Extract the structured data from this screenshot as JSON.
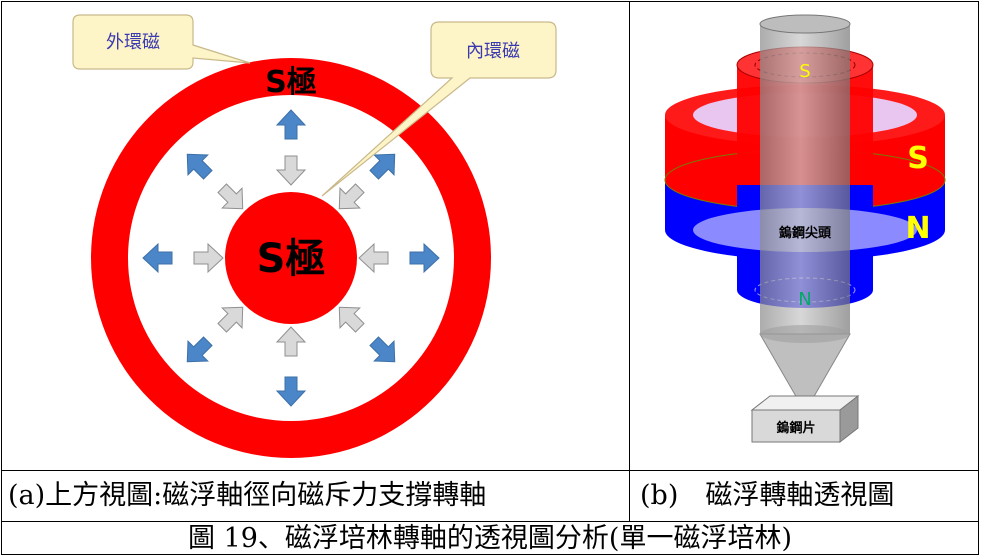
{
  "panel_a": {
    "callout_outer": "外環磁",
    "callout_inner": "內環磁",
    "outer_pole": "S極",
    "inner_pole": "S極",
    "caption": "(a)上方視圖:磁浮軸徑向磁斥力支撐轉軸"
  },
  "panel_b": {
    "top_pole_inner": "S",
    "outer_pole_s": "S",
    "outer_pole_n": "N",
    "bottom_pole_inner": "N",
    "tip_label": "鎢鋼尖頭",
    "plate_label": "鎢鋼片",
    "caption": "(b)　磁浮轉軸透視圖"
  },
  "figure_caption": "圖 19、磁浮培林轉軸的透視圖分析(單一磁浮培林)",
  "colors": {
    "magnet_red": "#ff0000",
    "magnet_blue": "#0000ff",
    "arrow_blue": "#4a86c8",
    "arrow_gray": "#d0d0d0",
    "callout_fill": "#fdf4c8",
    "shaft_gray": "#a6a6a6",
    "pole_yellow": "#ffff00"
  }
}
